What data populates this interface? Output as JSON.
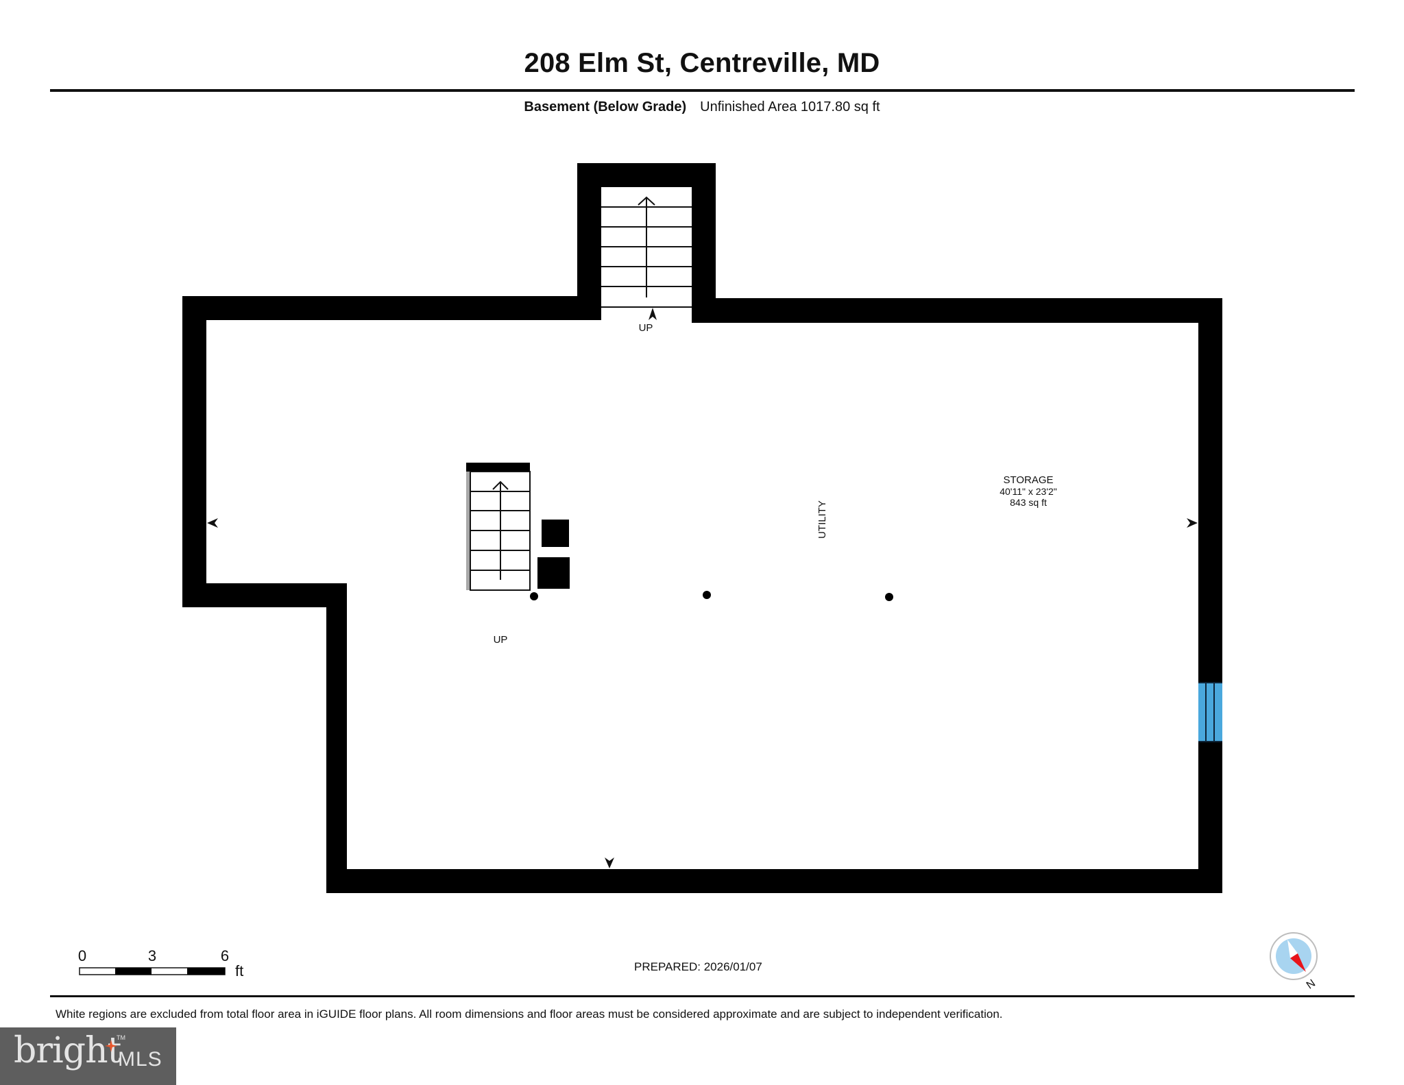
{
  "header": {
    "title": "208 Elm St, Centreville, MD",
    "level_label": "Basement (Below Grade)",
    "area_label": "Unfinished Area 1017.80 sq ft"
  },
  "plan": {
    "rooms": [
      {
        "name": "STORAGE",
        "dimensions": "40'11\" x 23'2\"",
        "area": "843 sq ft"
      },
      {
        "name": "UTILITY"
      }
    ],
    "stairs": [
      {
        "label": "UP",
        "location": "top-nook"
      },
      {
        "label": "UP",
        "location": "interior"
      }
    ],
    "window_color": "#4aa8dd",
    "wall_color": "#000000"
  },
  "scale_bar": {
    "ticks": [
      "0",
      "3",
      "6"
    ],
    "unit": "ft"
  },
  "prepared": "PREPARED: 2026/01/07",
  "compass": {
    "label": "N",
    "needle_color": "#e8141a",
    "face_color": "#a8d4f0"
  },
  "footnote": "White regions are excluded from total floor area in iGUIDE floor plans. All room dimensions and floor areas must be considered approximate and are subject to independent verification.",
  "logo": {
    "brand": "bright",
    "suffix": "MLS",
    "tm": "TM"
  }
}
